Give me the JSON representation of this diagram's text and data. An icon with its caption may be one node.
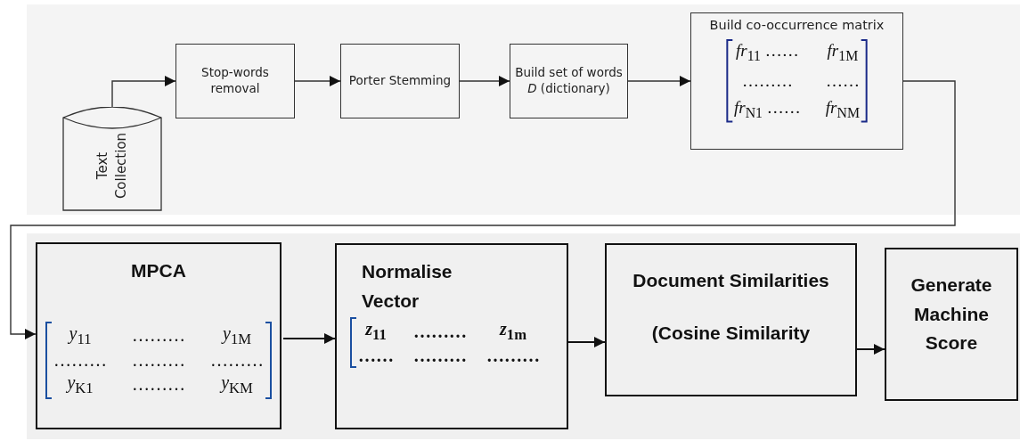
{
  "diagram": {
    "nodes": [
      {
        "text": [
          "Text Collection"
        ]
      },
      {
        "text": [
          "Stop-words removal"
        ]
      },
      {
        "text": [
          "Porter Stemming"
        ]
      },
      {
        "text": [
          "Build set of words *D* (dictionary)"
        ]
      },
      {
        "text": [
          "Build co-occurrence matrix",
          "*fr*$_{11}$ ……",
          "*fr*$_{1M}$",
          "………",
          "……",
          "*fr*$_{N1}$ ……",
          "*fr*$_{NM}$"
        ]
      },
      {
        "text": [
          "MPCA",
          "*y*$_{11}$",
          "………",
          "*y*$_{1M}$",
          "………",
          "………",
          "………",
          "*y*$_{K1}$",
          "………",
          "*y*$_{KM}$"
        ]
      },
      {
        "text": [
          "Normalise Vector",
          "*z*$_{11}$",
          "………",
          "*z*$_{1m}$",
          "……",
          "………",
          "………"
        ]
      },
      {
        "text": [
          "Document Similarities",
          "(Cosine Similarity"
        ]
      },
      {
        "text": [
          "Generate Machine Score"
        ]
      }
    ],
    "edges": [
      {
        "from": 0,
        "to": 1,
        "arrow": "to"
      },
      {
        "from": 1,
        "to": 2,
        "arrow": "to"
      },
      {
        "from": 2,
        "to": 3,
        "arrow": "to"
      },
      {
        "from": 3,
        "to": 4,
        "arrow": "to"
      },
      {
        "from": 4,
        "to": 5,
        "arrow": "to"
      },
      {
        "from": 5,
        "to": 6,
        "arrow": "to"
      },
      {
        "from": 6,
        "to": 7,
        "arrow": "to"
      },
      {
        "from": 7,
        "to": 8,
        "arrow": "to"
      }
    ]
  }
}
